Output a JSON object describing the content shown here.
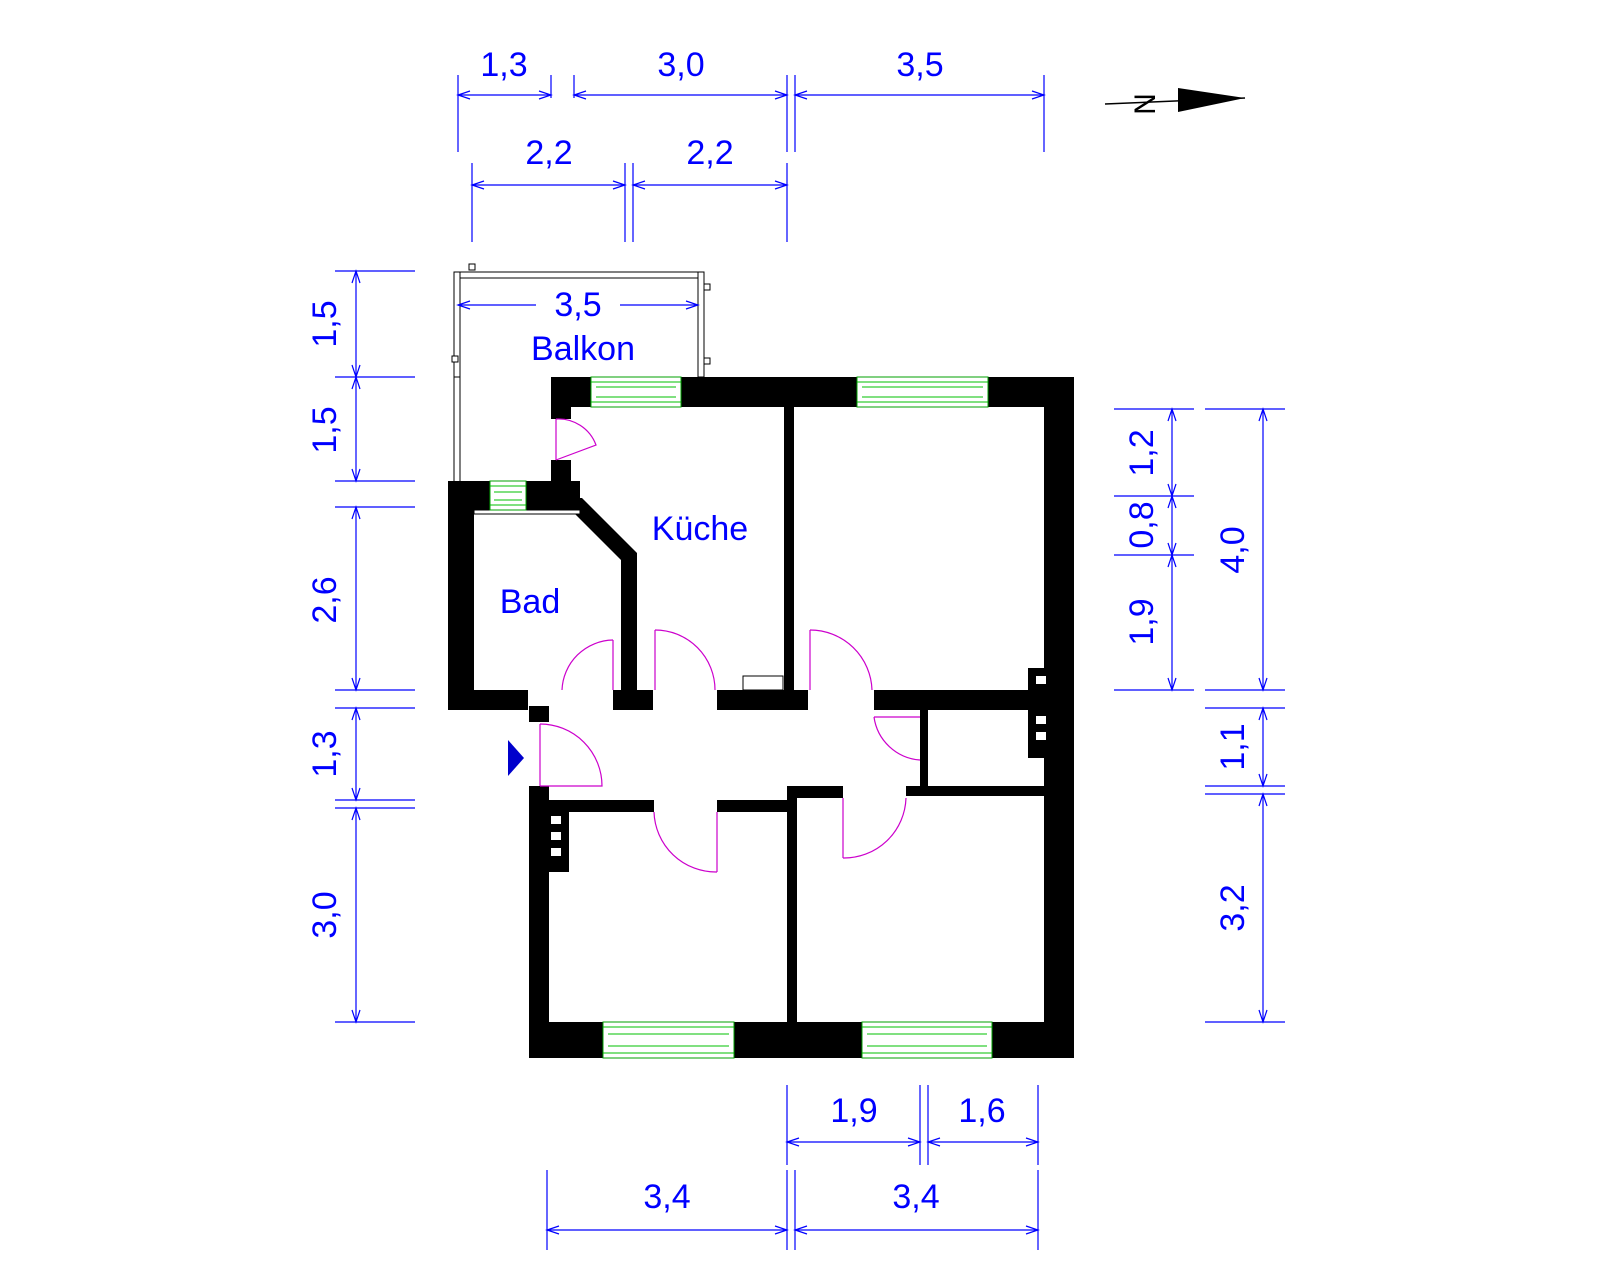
{
  "rooms": {
    "balcony": "Balkon",
    "kitchen": "Küche",
    "bath": "Bad"
  },
  "dimensions": {
    "top_row1": [
      "1,3",
      "3,0",
      "3,5"
    ],
    "top_row2": [
      "2,2",
      "2,2"
    ],
    "balcony_width": "3,5",
    "left": [
      "1,5",
      "1,5",
      "2,6",
      "1,3",
      "3,0"
    ],
    "right_inner": [
      "1,2",
      "0,8",
      "1,9"
    ],
    "right_outer": [
      "4,0",
      "1,1",
      "3,2"
    ],
    "bottom_row1": [
      "1,9",
      "1,6"
    ],
    "bottom_row2": [
      "3,4",
      "3,4"
    ]
  },
  "north_label": "N",
  "colors": {
    "dimension": "#0000ff",
    "wall": "#000000",
    "window": "#00c000",
    "door": "#cc00cc"
  }
}
